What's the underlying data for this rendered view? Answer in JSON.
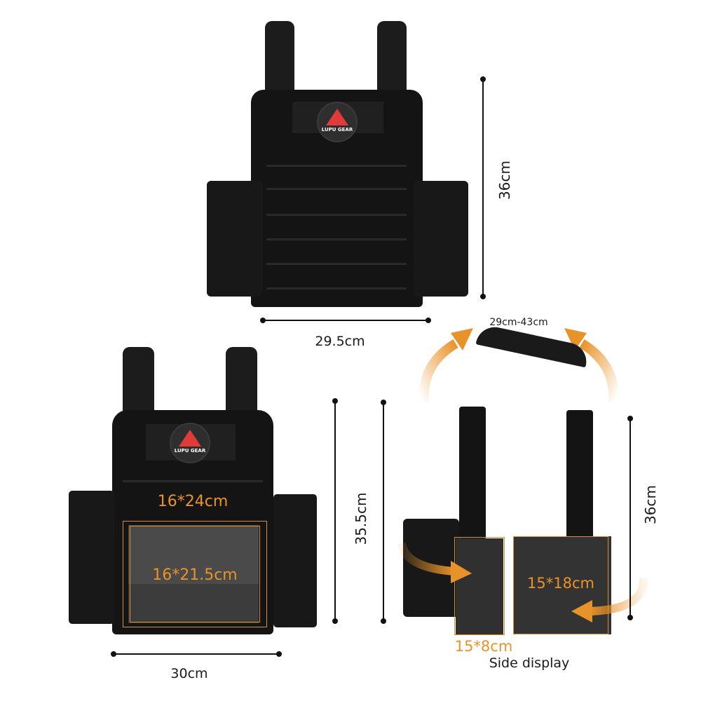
{
  "brand": {
    "patch_text": "LUPU GEAR",
    "accent_color": "#e8932a",
    "logo_color": "#e03a3a"
  },
  "front_view": {
    "height_label": "36cm",
    "width_label": "29.5cm"
  },
  "back_view": {
    "height_label": "35.5cm",
    "width_label": "30cm",
    "outer_plate_label": "16*24cm",
    "inner_plate_label": "16*21.5cm"
  },
  "side_view": {
    "shoulder_range_label": "29cm-43cm",
    "height_label": "36cm",
    "front_panel_label": "15*18cm",
    "side_panel_label": "15*8cm",
    "caption": "Side display"
  },
  "icons": [
    "dimension-line",
    "curved-arrow-orange",
    "brand-patch-icon"
  ]
}
